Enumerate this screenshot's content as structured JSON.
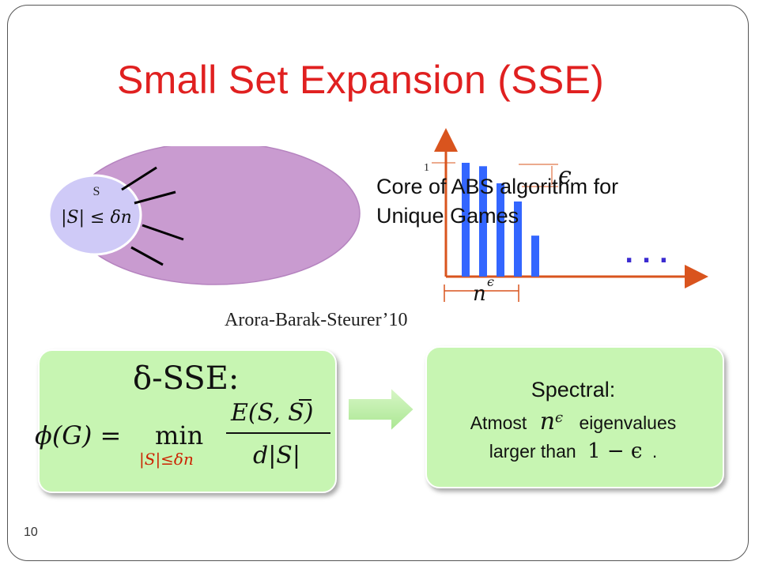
{
  "slide": {
    "title": "Small Set Expansion (SSE)",
    "number": "10"
  },
  "graph_figure": {
    "set_label": "S",
    "set_constraint": "|S| ≤ δn"
  },
  "spectrum_figure": {
    "core_text_line1": "Core of ABS algorithm for",
    "core_text_line2": "Unique Games",
    "y_tick": "1",
    "epsilon_label": "ϵ",
    "x_label": "n",
    "x_label_exp": "ϵ",
    "ellipsis": ". . .",
    "bar_color": "#3366ff",
    "axis_color": "#d9541e",
    "bar_values": [
      1.0,
      0.97,
      0.82,
      0.66,
      0.36
    ]
  },
  "citation": "Arora-Barak-Steurer’10",
  "sse_definition": {
    "heading": "δ-SSE:",
    "lhs": "ϕ(G) =",
    "operator": "min",
    "subscript": "|S|≤δn",
    "numerator": "E(S, S)",
    "denominator": "d|S|"
  },
  "spectral_box": {
    "title": "Spectral:",
    "line1_pre": "Atmost",
    "line1_math": "n",
    "line1_exp": "ϵ",
    "line1_post": "eigenvalues",
    "line2_pre": "larger than",
    "line2_math": "1 − ϵ",
    "line2_post": "."
  },
  "colors": {
    "title": "#e02020",
    "box_fill": "#c7f5b2",
    "outer_ellipse": "#c99bd0",
    "inner_ellipse": "#cfcaf7",
    "subscript_red": "#cc2200"
  }
}
